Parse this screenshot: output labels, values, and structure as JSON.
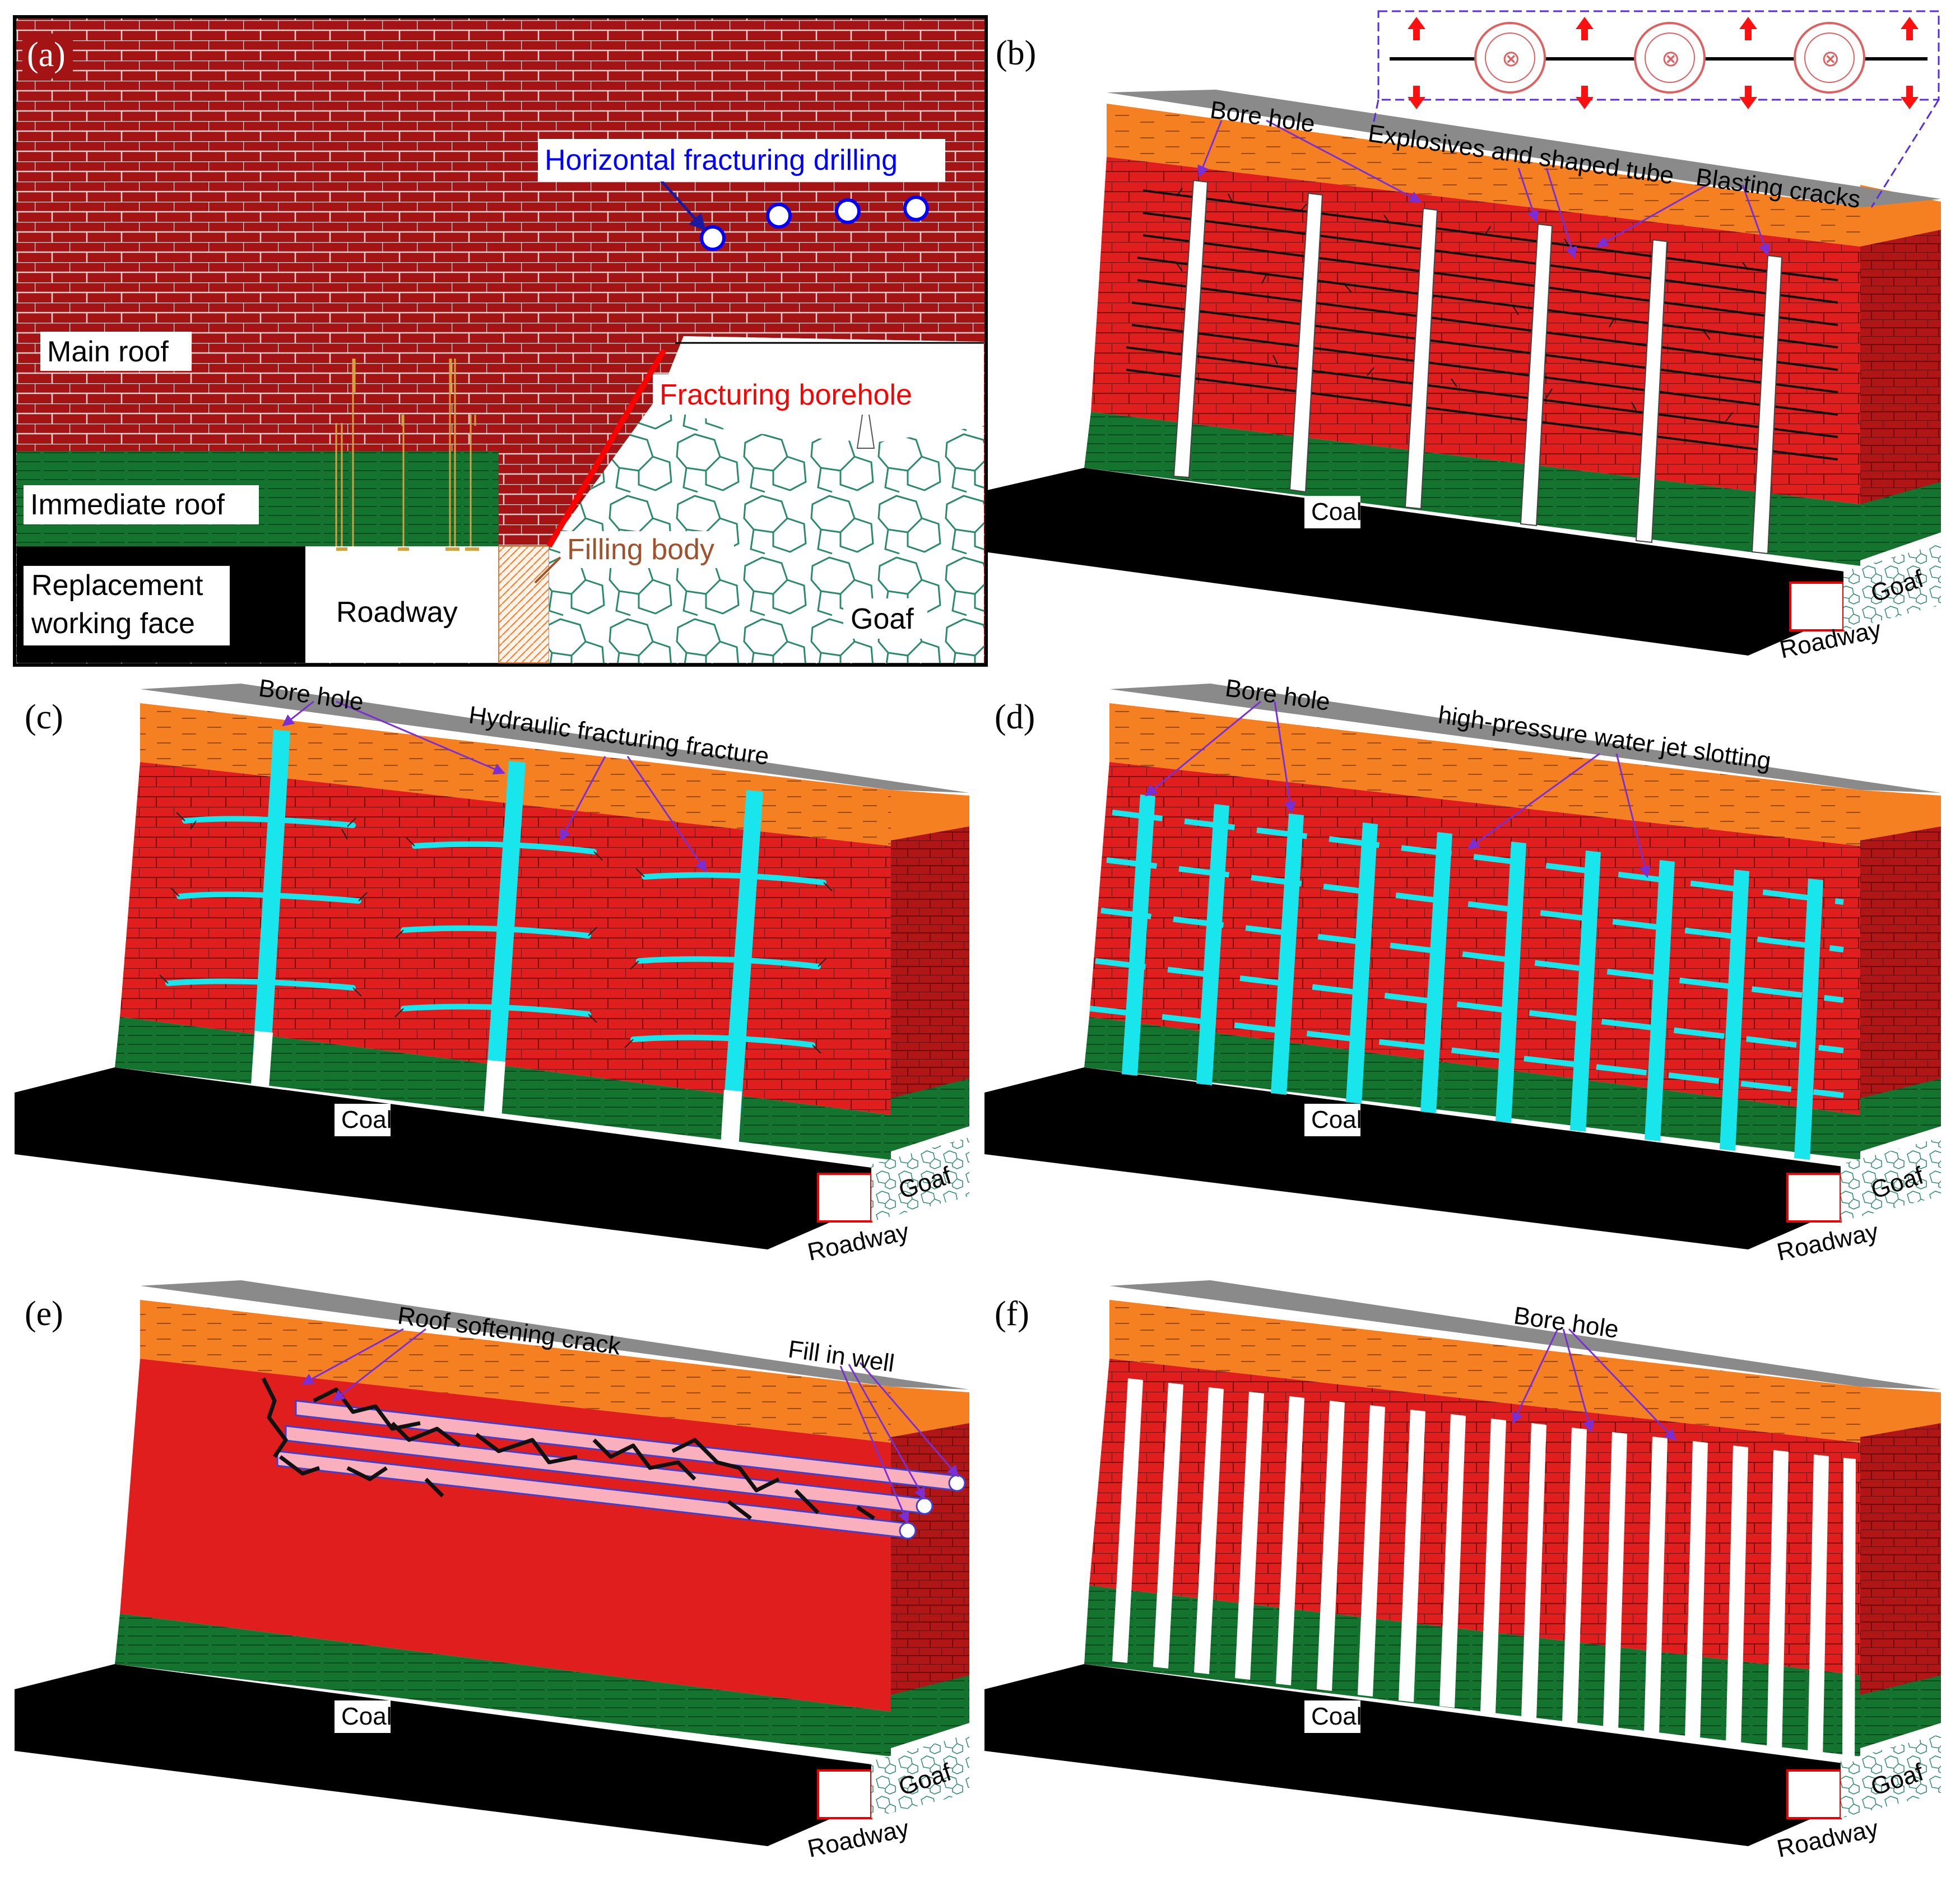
{
  "colors": {
    "main_roof": "#a51414",
    "roof_red": "#e11e1e",
    "immediate_roof": "#13732f",
    "orange_layer": "#f58021",
    "gray_top": "#8a8a8a",
    "coal": "#000000",
    "cyan": "#19e6ec",
    "arrow": "#7a2fd6",
    "fracture_red": "#ff0000",
    "drilling_blue": "#0000ff",
    "filling_brown": "#a0522d",
    "goaf_green": "#2a8a6a"
  },
  "panel_a": {
    "label": "(a)",
    "horizontal_drilling": "Horizontal fracturing drilling",
    "main_roof": "Main roof",
    "fracturing_borehole": "Fracturing borehole",
    "immediate_roof": "Immediate roof",
    "filling_body": "Filling body",
    "replacement_line1": "Replacement",
    "replacement_line2": "working face",
    "roadway": "Roadway",
    "goaf": "Goaf"
  },
  "panel_b": {
    "label": "(b)",
    "bore_hole": "Bore hole",
    "explosives": "Explosives and shaped tube",
    "blasting_cracks": "Blasting cracks",
    "coal": "Coal",
    "goaf": "Goaf",
    "roadway": "Roadway"
  },
  "panel_c": {
    "label": "(c)",
    "bore_hole": "Bore hole",
    "hydraulic": "Hydraulic fracturing fracture",
    "coal": "Coal",
    "goaf": "Goaf",
    "roadway": "Roadway"
  },
  "panel_d": {
    "label": "(d)",
    "bore_hole": "Bore hole",
    "water_jet": "high-pressure water jet slotting",
    "coal": "Coal",
    "goaf": "Goaf",
    "roadway": "Roadway"
  },
  "panel_e": {
    "label": "(e)",
    "softening": "Roof softening crack",
    "fill_in_well": "Fill in well",
    "coal": "Coal",
    "goaf": "Goaf",
    "roadway": "Roadway"
  },
  "panel_f": {
    "label": "(f)",
    "bore_hole": "Bore hole",
    "coal": "Coal",
    "goaf": "Goaf",
    "roadway": "Roadway"
  }
}
